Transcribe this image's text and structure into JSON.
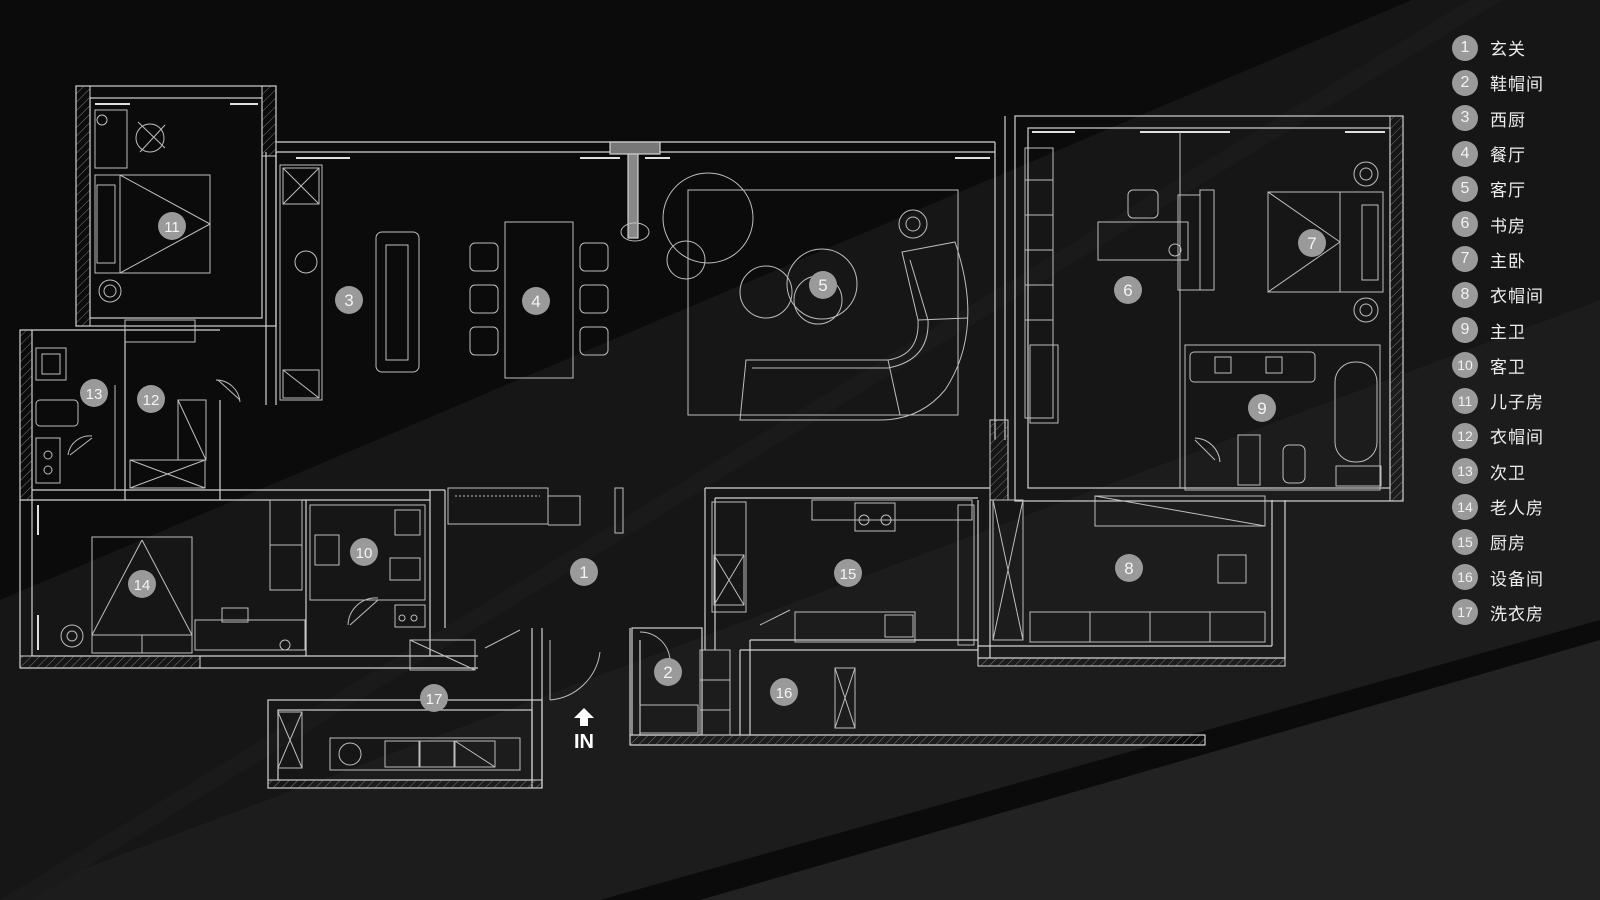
{
  "entrance_label": "IN",
  "legend": [
    {
      "num": "1",
      "label": "玄关"
    },
    {
      "num": "2",
      "label": "鞋帽间"
    },
    {
      "num": "3",
      "label": "西厨"
    },
    {
      "num": "4",
      "label": "餐厅"
    },
    {
      "num": "5",
      "label": "客厅"
    },
    {
      "num": "6",
      "label": "书房"
    },
    {
      "num": "7",
      "label": "主卧"
    },
    {
      "num": "8",
      "label": "衣帽间"
    },
    {
      "num": "9",
      "label": "主卫"
    },
    {
      "num": "10",
      "label": "客卫"
    },
    {
      "num": "11",
      "label": "儿子房"
    },
    {
      "num": "12",
      "label": "衣帽间"
    },
    {
      "num": "13",
      "label": "次卫"
    },
    {
      "num": "14",
      "label": "老人房"
    },
    {
      "num": "15",
      "label": "厨房"
    },
    {
      "num": "16",
      "label": "设备间"
    },
    {
      "num": "17",
      "label": "洗衣房"
    }
  ],
  "rooms": [
    {
      "num": "1"
    },
    {
      "num": "2"
    },
    {
      "num": "3"
    },
    {
      "num": "4"
    },
    {
      "num": "5"
    },
    {
      "num": "6"
    },
    {
      "num": "7"
    },
    {
      "num": "8"
    },
    {
      "num": "9"
    },
    {
      "num": "10"
    },
    {
      "num": "11"
    },
    {
      "num": "12"
    },
    {
      "num": "13"
    },
    {
      "num": "14"
    },
    {
      "num": "15"
    },
    {
      "num": "16"
    },
    {
      "num": "17"
    }
  ],
  "colors": {
    "background": "#0c0c0c",
    "wall": "#cfcfcf",
    "line": "#bdbdbd",
    "marker": "#9a9a9a",
    "text": "#eeeeee"
  }
}
